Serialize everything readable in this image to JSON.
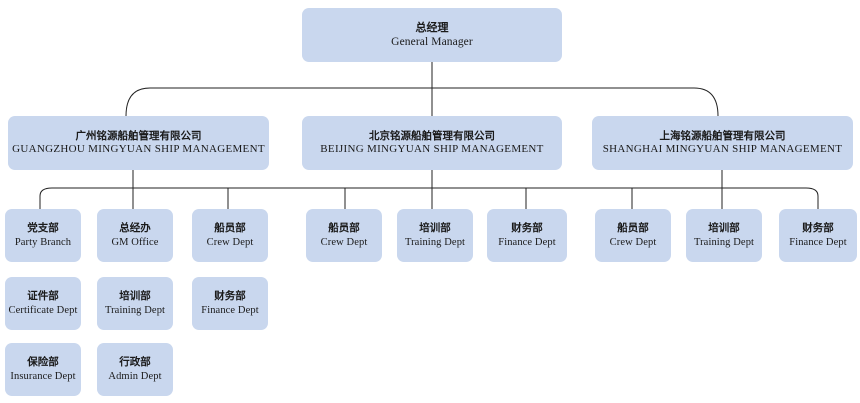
{
  "general_manager": {
    "zh": "总经理",
    "en": "General Manager"
  },
  "companies": [
    {
      "zh": "广州铭源船舶管理有限公司",
      "en": "GUANGZHOU MINGYUAN SHIP MANAGEMENT",
      "departments": [
        {
          "zh": "党支部",
          "en": "Party Branch"
        },
        {
          "zh": "证件部",
          "en": "Certificate Dept"
        },
        {
          "zh": "保险部",
          "en": "Insurance Dept"
        },
        {
          "zh": "总经办",
          "en": "GM Office"
        },
        {
          "zh": "培训部",
          "en": "Training Dept"
        },
        {
          "zh": "行政部",
          "en": "Admin Dept"
        },
        {
          "zh": "船员部",
          "en": "Crew Dept"
        },
        {
          "zh": "财务部",
          "en": "Finance Dept"
        }
      ]
    },
    {
      "zh": "北京铭源船舶管理有限公司",
      "en": "BEIJING MINGYUAN SHIP MANAGEMENT",
      "departments": [
        {
          "zh": "船员部",
          "en": "Crew Dept"
        },
        {
          "zh": "培训部",
          "en": "Training Dept"
        },
        {
          "zh": "财务部",
          "en": "Finance Dept"
        }
      ]
    },
    {
      "zh": "上海铭源船舶管理有限公司",
      "en": "SHANGHAI MINGYUAN SHIP MANAGEMENT",
      "departments": [
        {
          "zh": "船员部",
          "en": "Crew Dept"
        },
        {
          "zh": "培训部",
          "en": "Training Dept"
        },
        {
          "zh": "财务部",
          "en": "Finance Dept"
        }
      ]
    }
  ],
  "colors": {
    "box": "#c9d7ee",
    "line": "#222222"
  }
}
